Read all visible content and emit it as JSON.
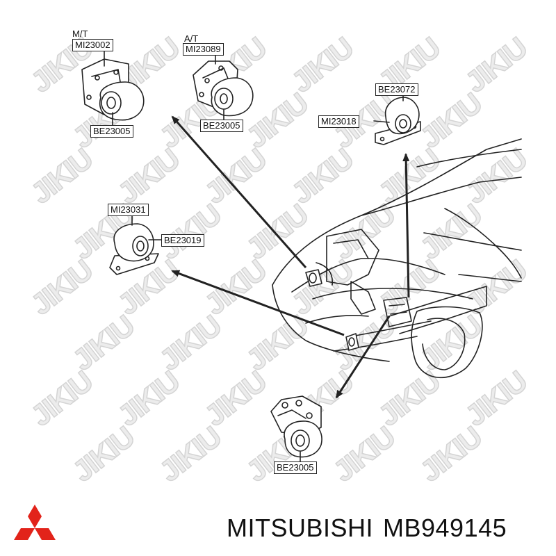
{
  "watermark": {
    "text": "JIKIU"
  },
  "mounts": [
    {
      "id": "mt-group",
      "header": "M/T",
      "labels": [
        "MI23002",
        "BE23005"
      ]
    },
    {
      "id": "at-group",
      "header": "A/T",
      "labels": [
        "MI23089",
        "BE23005"
      ]
    },
    {
      "id": "right-group",
      "labels": [
        "BE23072",
        "MI23018"
      ]
    },
    {
      "id": "left-group",
      "labels": [
        "MI23031",
        "BE23019"
      ]
    },
    {
      "id": "bottom-group",
      "labels": [
        "BE23005"
      ]
    }
  ],
  "footer": {
    "brand": "MITSUBISHI",
    "part_number": "MB949145"
  },
  "colors": {
    "logo": "#e2231a",
    "ink": "#111111",
    "watermark": "#d4d4d4"
  }
}
